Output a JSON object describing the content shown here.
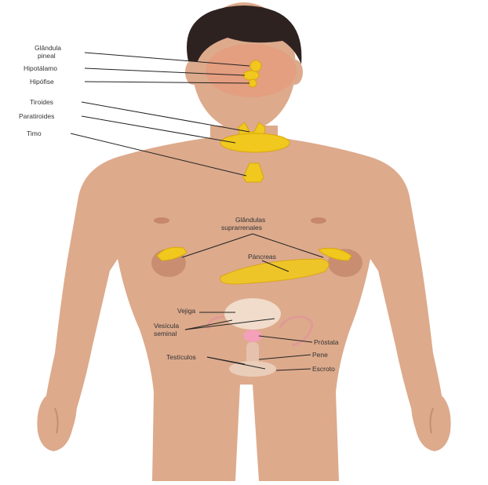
{
  "colors": {
    "skin": "#ddaa8c",
    "skin_dark": "#c98e72",
    "hair": "#2e2220",
    "brain": "#e59c7e",
    "gland": "#f0c81e",
    "gland_dark": "#d9a60c",
    "leader": "#222222",
    "organ_pink": "#e8a3a3",
    "bladder": "#f1dccb"
  },
  "labels": {
    "pineal": [
      "Glândula",
      "pineal"
    ],
    "hipotalamo": "Hipotálamo",
    "hipofise": "Hipófise",
    "tiroides": "Tiroides",
    "paratiroides": "Paratiroides",
    "timo": "Timo",
    "suprarrenales": [
      "Glândulas",
      "suprarrenales"
    ],
    "pancreas": "Páncreas",
    "vejiga": "Vejiga",
    "vesicula": [
      "Vesícula",
      "seminal"
    ],
    "prostata": "Próstata",
    "pene": "Pene",
    "testiculos": "Testículos",
    "escroto": "Escroto"
  }
}
